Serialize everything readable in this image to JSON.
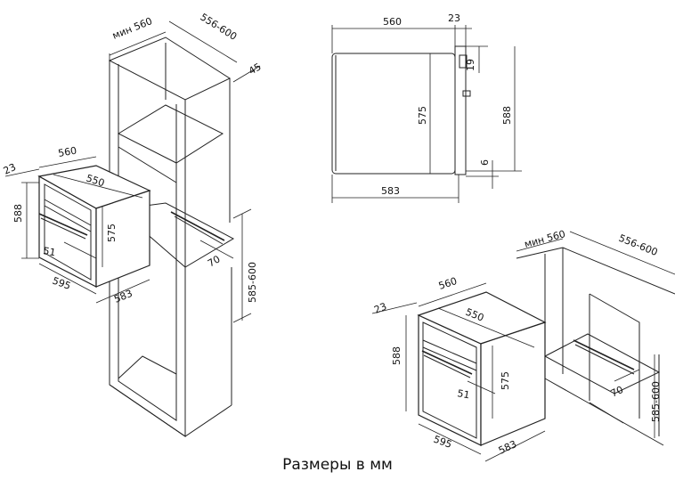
{
  "caption": "Размеры в мм",
  "labels": {
    "min560": "мин 560",
    "d556_600": "556-600",
    "d45": "45",
    "d560": "560",
    "d550": "550",
    "d23": "23",
    "d588": "588",
    "d575": "575",
    "d51": "51",
    "d595": "595",
    "d583": "583",
    "d70": "70",
    "d585_600": "585-600",
    "d19": "19",
    "d6": "6"
  }
}
